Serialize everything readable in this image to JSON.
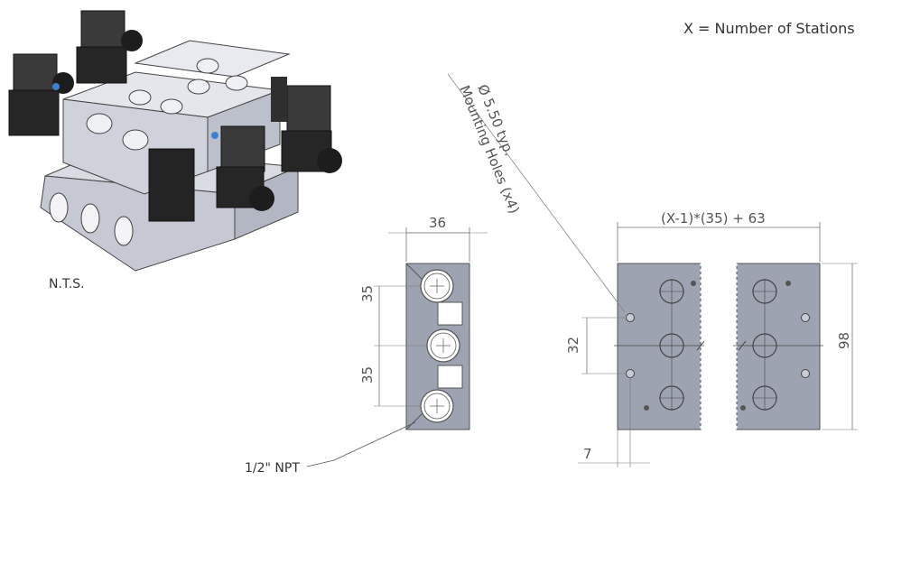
{
  "header": {
    "stations_note": "X = Number of Stations"
  },
  "iso_view": {
    "scale_note": "N.T.S."
  },
  "end_view": {
    "width_label": "36",
    "pitch_label_top": "35",
    "pitch_label_bottom": "35",
    "port_label": "1/2\" NPT"
  },
  "top_view": {
    "length_formula": "(X-1)*(35) + 63",
    "height_label": "98",
    "hole_spacing_label": "32",
    "edge_offset_label": "7",
    "hole_note_line1": "Ø 5.50 typ.",
    "hole_note_line2": "Mounting Holes (x4)"
  },
  "colors": {
    "part_fill": "#9ea3b2",
    "line": "#555555",
    "dark_body": "#2a2a2a"
  }
}
